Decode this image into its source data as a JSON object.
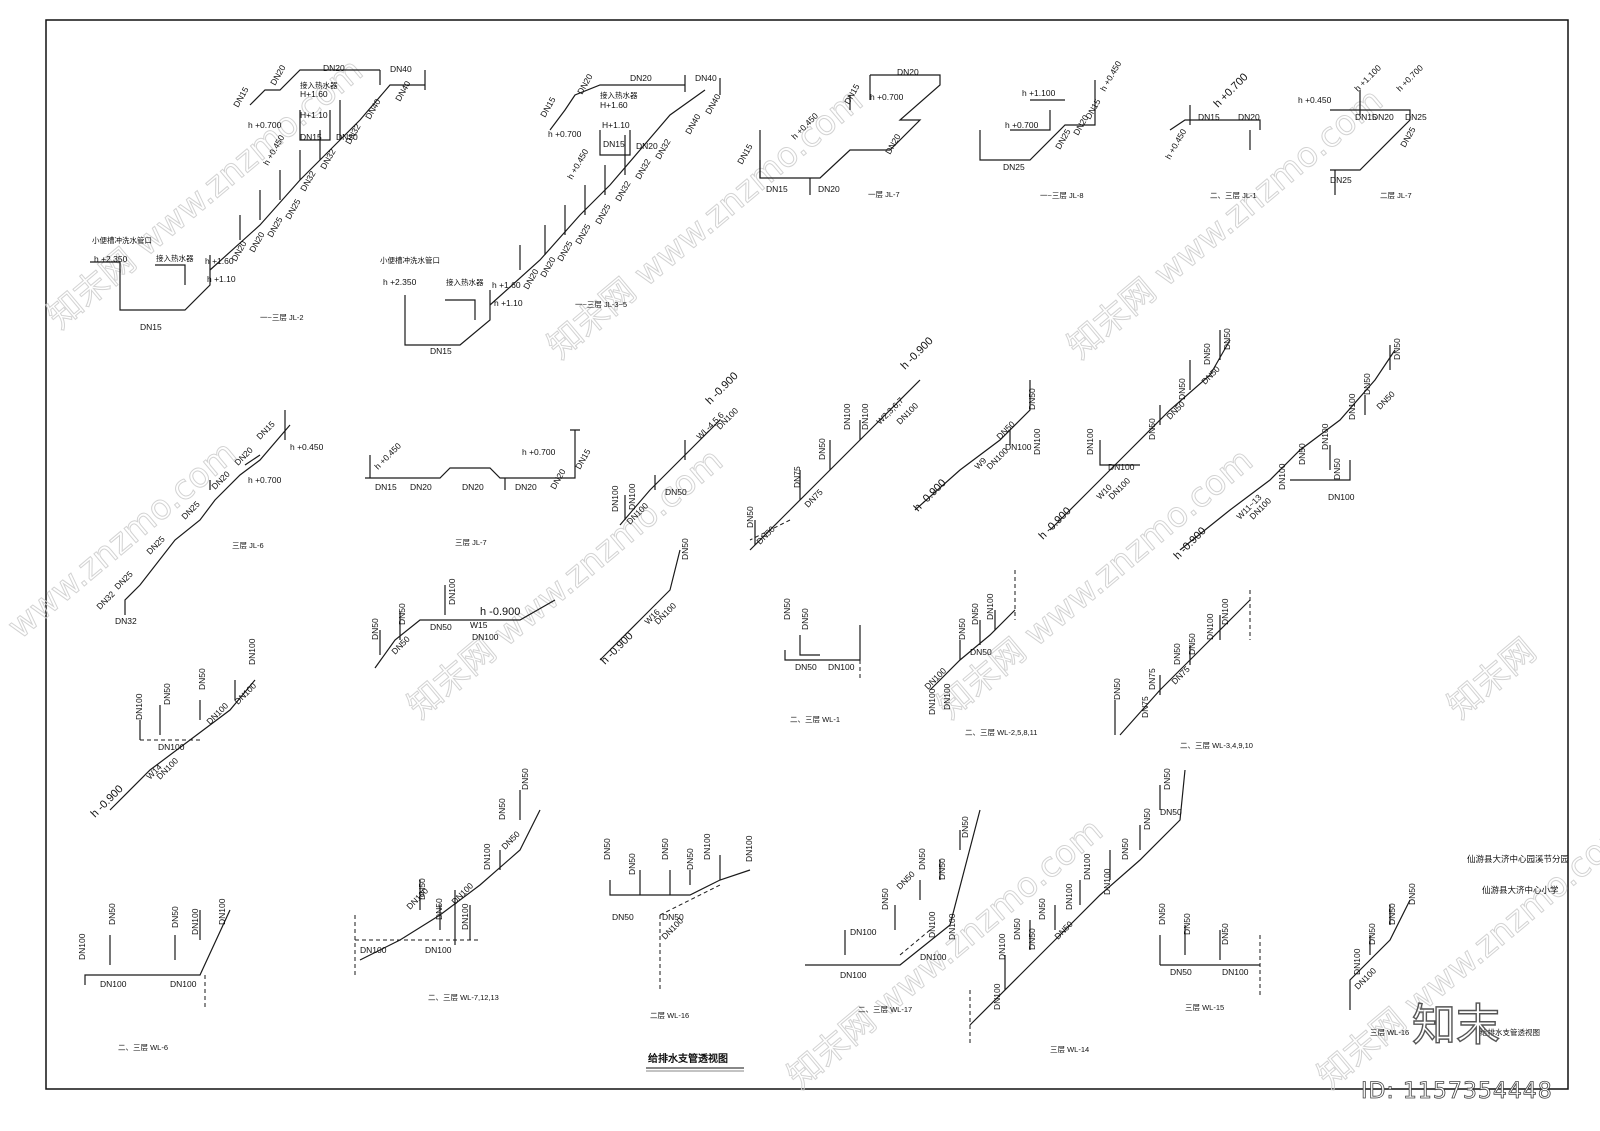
{
  "title": "给排水支管透视图",
  "title_block": {
    "line1": "仙游县大济中心园溪节分园",
    "line2": "仙游县大济中心小学",
    "sheet_name": "给排水支管透视图"
  },
  "watermark": {
    "site": "www.znzmo.com",
    "brand": "知末网",
    "logo": "知末",
    "id": "ID: 1157354448"
  },
  "supply": [
    {
      "id": "JL-2",
      "caption": "一~三层  JL-2",
      "sizes": [
        "DN15",
        "DN20",
        "DN40",
        "DN32",
        "DN25",
        "DN20"
      ],
      "heights": [
        "h +0.700",
        "H+1.60",
        "H+1.10",
        "h +0.450",
        "h +2.350",
        "h +1.60",
        "h +1.10"
      ],
      "notes": [
        "小便槽冲洗水管口",
        "接入热水器"
      ]
    },
    {
      "id": "JL-3~5",
      "caption": "一~三层  JL-3~5",
      "sizes": [
        "DN15",
        "DN20",
        "DN40",
        "DN32",
        "DN25",
        "DN20"
      ],
      "heights": [
        "h +0.700",
        "H+1.60",
        "H+1.10",
        "h +0.450",
        "h +2.350",
        "h +1.60",
        "h +1.10"
      ],
      "notes": [
        "小便槽冲洗水管口",
        "接入热水器"
      ]
    },
    {
      "id": "JL-7a",
      "caption": "一层  JL-7",
      "sizes": [
        "DN20",
        "DN15",
        "DN20"
      ],
      "heights": [
        "h +0.700",
        "h +0.450"
      ]
    },
    {
      "id": "JL-8",
      "caption": "一~三层  JL-8",
      "sizes": [
        "DN25",
        "DN20",
        "DN15"
      ],
      "heights": [
        "h +1.100",
        "h +0.700",
        "h +0.450"
      ]
    },
    {
      "id": "JL-1",
      "caption": "二、三层  JL-1",
      "sizes": [
        "DN15",
        "DN20"
      ],
      "heights": [
        "h +0.700",
        "h +0.450"
      ]
    },
    {
      "id": "JL-7b",
      "caption": "二层  JL-7",
      "sizes": [
        "DN15",
        "DN20",
        "DN25"
      ],
      "heights": [
        "h +0.450",
        "h +1.100",
        "h +0.700"
      ]
    },
    {
      "id": "JL-6",
      "caption": "三层  JL-6",
      "sizes": [
        "DN15",
        "DN20",
        "DN25",
        "DN32"
      ],
      "heights": [
        "h +0.450",
        "h +0.700"
      ]
    },
    {
      "id": "JL-7c",
      "caption": "三层  JL-7",
      "sizes": [
        "DN15",
        "DN20",
        "DN20",
        "DN20",
        "DN20",
        "DN15"
      ],
      "heights": [
        "h +0.450",
        "h +0.700"
      ]
    }
  ],
  "drainage": [
    {
      "id": "WL-4,5,6",
      "caption": "WL-4,5,6",
      "level": "h -0.900",
      "sizes": [
        "DN100",
        "DN50"
      ]
    },
    {
      "id": "WL-2,3,6,7",
      "caption": "WL2,3,6,7",
      "level": "h -0.900",
      "sizes": [
        "DN100",
        "DN75",
        "DN50"
      ]
    },
    {
      "id": "W9",
      "caption": "W9",
      "level": "h -0.900",
      "sizes": [
        "DN50",
        "DN100"
      ]
    },
    {
      "id": "W10",
      "caption": "W10",
      "level": "h -0.900",
      "sizes": [
        "DN100",
        "DN50"
      ]
    },
    {
      "id": "W11-13",
      "caption": "W11~13",
      "level": "h -0.900",
      "sizes": [
        "DN100",
        "DN50"
      ]
    },
    {
      "id": "W15",
      "caption": "W15",
      "level": "h -0.900",
      "sizes": [
        "DN50",
        "DN100"
      ]
    },
    {
      "id": "W16",
      "caption": "W16",
      "level": "h -0.900",
      "sizes": [
        "DN50"
      ]
    },
    {
      "id": "W14",
      "caption": "W14",
      "level": "h -0.900",
      "sizes": [
        "DN100",
        "DN50"
      ]
    },
    {
      "id": "WL-1",
      "caption": "二、三层  WL-1",
      "sizes": [
        "DN50",
        "DN100"
      ]
    },
    {
      "id": "WL-2,5,8,11",
      "caption": "二、三层  WL-2,5,8,11",
      "sizes": [
        "DN100",
        "DN50"
      ]
    },
    {
      "id": "WL-3,4,9,10",
      "caption": "二、三层  WL-3,4,9,10",
      "sizes": [
        "DN100",
        "DN75",
        "DN50"
      ]
    },
    {
      "id": "WL-6",
      "caption": "二、三层  WL-6",
      "sizes": [
        "DN100",
        "DN50"
      ]
    },
    {
      "id": "WL-7,12,13",
      "caption": "二、三层  WL-7,12,13",
      "sizes": [
        "DN100",
        "DN50"
      ]
    },
    {
      "id": "WL-16a",
      "caption": "二层  WL-16",
      "sizes": [
        "DN50",
        "DN100"
      ]
    },
    {
      "id": "WL-17",
      "caption": "二、三层  WL-17",
      "sizes": [
        "DN100",
        "DN50"
      ]
    },
    {
      "id": "WL-14",
      "caption": "三层  WL-14",
      "sizes": [
        "DN100",
        "DN50"
      ]
    },
    {
      "id": "WL-15",
      "caption": "三层  WL-15",
      "sizes": [
        "DN50",
        "DN100"
      ]
    },
    {
      "id": "WL-16b",
      "caption": "三层  WL-16",
      "sizes": [
        "DN100",
        "DN50"
      ]
    }
  ]
}
